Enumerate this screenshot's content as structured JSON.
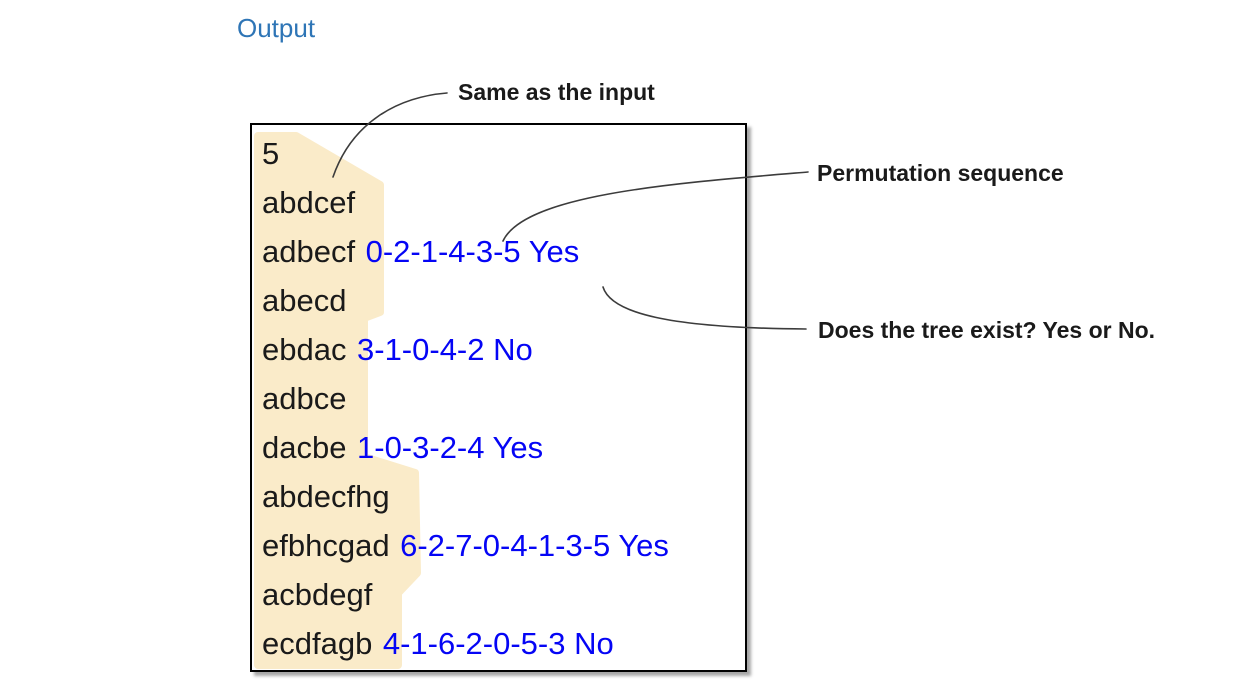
{
  "page": {
    "title": "Output"
  },
  "output_box": {
    "lines": [
      {
        "text": "5",
        "result": ""
      },
      {
        "text": "abdcef",
        "result": ""
      },
      {
        "text": "adbecf",
        "result": "0-2-1-4-3-5 Yes"
      },
      {
        "text": "abecd",
        "result": ""
      },
      {
        "text": "ebdac",
        "result": "3-1-0-4-2 No"
      },
      {
        "text": "adbce",
        "result": ""
      },
      {
        "text": "dacbe",
        "result": "1-0-3-2-4 Yes"
      },
      {
        "text": "abdecfhg",
        "result": ""
      },
      {
        "text": "efbhcgad",
        "result": "6-2-7-0-4-1-3-5 Yes"
      },
      {
        "text": "acbdegf",
        "result": ""
      },
      {
        "text": "ecdfagb",
        "result": "4-1-6-2-0-5-3 No"
      }
    ]
  },
  "annotations": {
    "same_as_input": "Same as the input",
    "permutation_sequence": "Permutation sequence",
    "tree_exists": "Does the tree exist? Yes or No."
  },
  "colors": {
    "title": "#2E75B6",
    "text": "#1a1a1a",
    "sequence": "#0505F5",
    "highlight": "#FAEBC9",
    "leader_line": "#3c3c3c",
    "box_border": "#000000"
  }
}
